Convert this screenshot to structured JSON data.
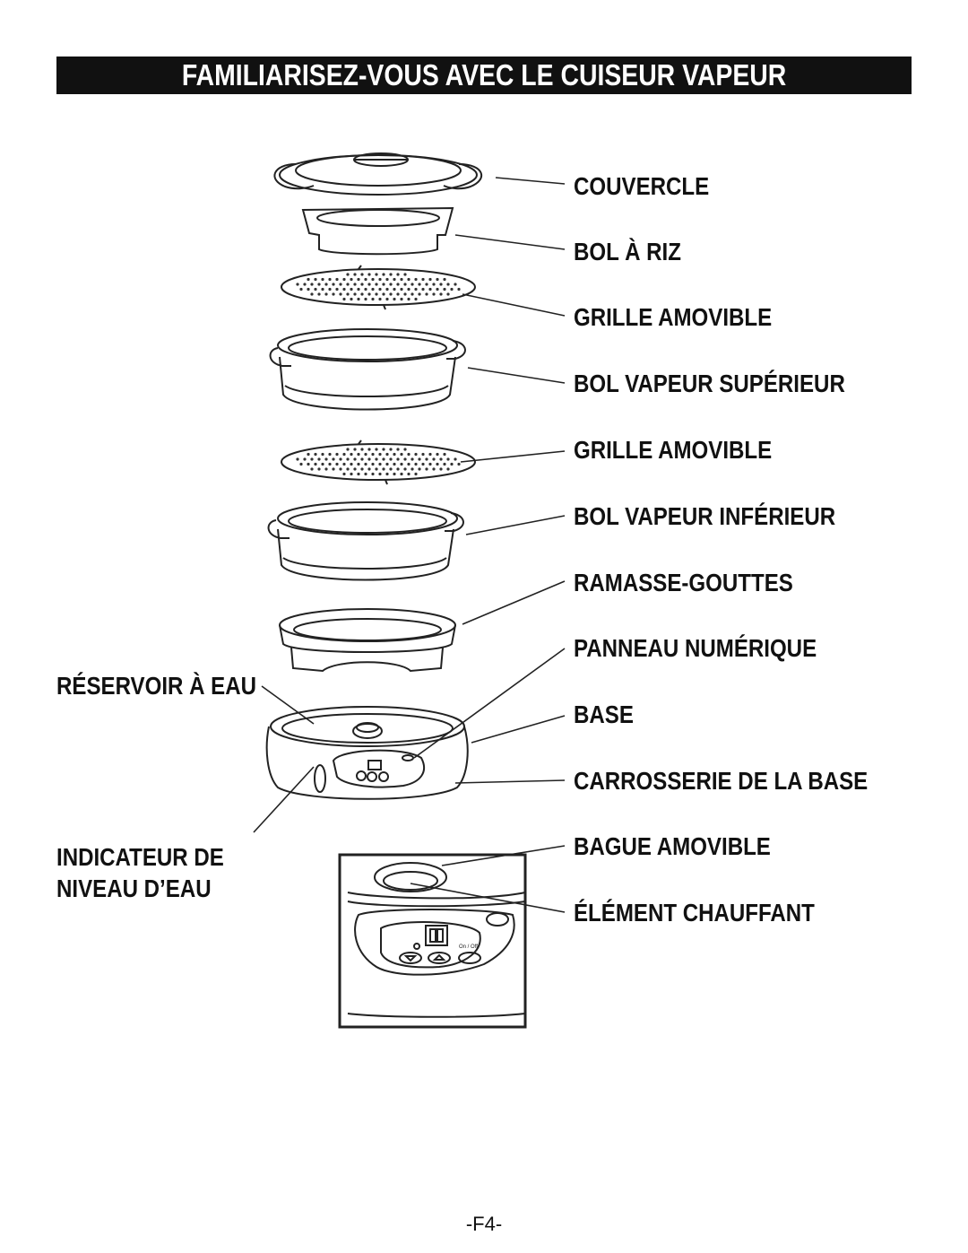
{
  "title": "FAMILIARISEZ-VOUS AVEC LE CUISEUR VAPEUR",
  "labels": {
    "couvercle": "COUVERCLE",
    "bol_riz": "BOL À RIZ",
    "grille_1": "GRILLE AMOVIBLE",
    "bol_sup": "BOL VAPEUR SUPÉRIEUR",
    "grille_2": "GRILLE AMOVIBLE",
    "bol_inf": "BOL VAPEUR INFÉRIEUR",
    "ramasse": "RAMASSE-GOUTTES",
    "panneau": "PANNEAU NUMÉRIQUE",
    "base": "BASE",
    "carrosserie": "CARROSSERIE DE LA BASE",
    "bague": "BAGUE AMOVIBLE",
    "element": "ÉLÉMENT CHAUFFANT",
    "reservoir": "RÉSERVOIR À EAU",
    "indicateur_1": "INDICATEUR DE",
    "indicateur_2": "NIVEAU D’EAU"
  },
  "panel_text": "On / Off",
  "page_number": "-F4-"
}
